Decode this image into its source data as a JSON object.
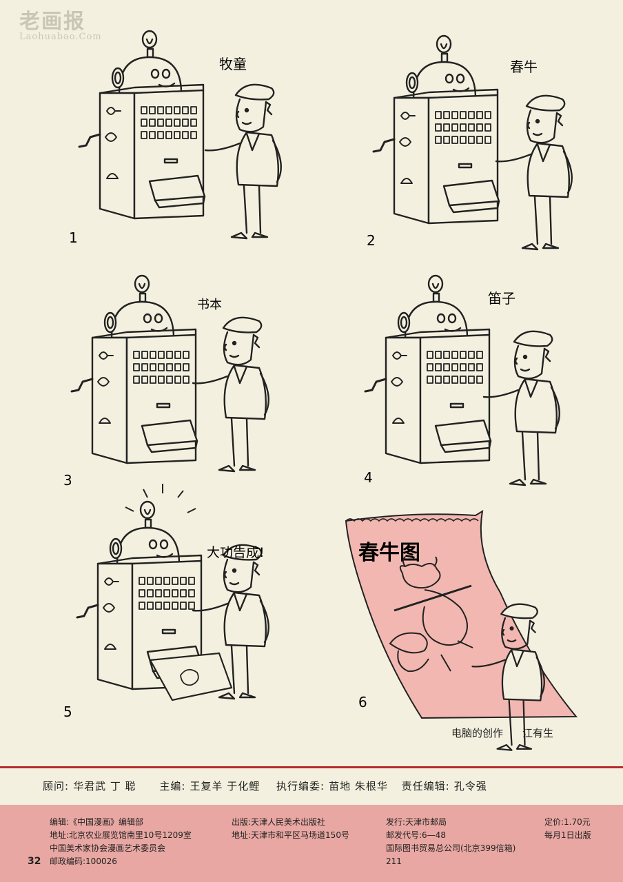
{
  "watermark": {
    "big": "老画报",
    "small": "Laohuabao.Com"
  },
  "panels": [
    {
      "number": "1",
      "word": "牧童"
    },
    {
      "number": "2",
      "word": "春牛"
    },
    {
      "number": "3",
      "word": "书本"
    },
    {
      "number": "4",
      "word": "笛子"
    },
    {
      "number": "5",
      "word": "大功告成!"
    },
    {
      "number": "6",
      "word": "春牛图"
    }
  ],
  "caption": {
    "title": "电脑的创作",
    "author": "江有生"
  },
  "credits": {
    "adviser_label": "顾问:",
    "adviser_names": "华君武  丁  聪",
    "editor_label": "主编:",
    "editor_names": "王复羊  于化鲤",
    "exec_label": "执行编委:",
    "exec_names": "苗地  朱根华",
    "resp_label": "责任编辑:",
    "resp_names": "孔令强"
  },
  "publication": {
    "col1": [
      "编辑:《中国漫画》编辑部",
      "地址:北京农业展览馆南里10号1209室",
      "      中国美术家协会漫画艺术委员会",
      "邮政编码:100026"
    ],
    "col2": [
      "出版:天津人民美术出版社",
      "地址:天津市和平区马场道150号"
    ],
    "col3": [
      "发行:天津市邮局",
      "邮发代号:6—48",
      "国际图书贸易总公司(北京399信箱)",
      "211"
    ],
    "col4": [
      "定价:1.70元",
      "每月1日出版"
    ]
  },
  "page_number": "32"
}
